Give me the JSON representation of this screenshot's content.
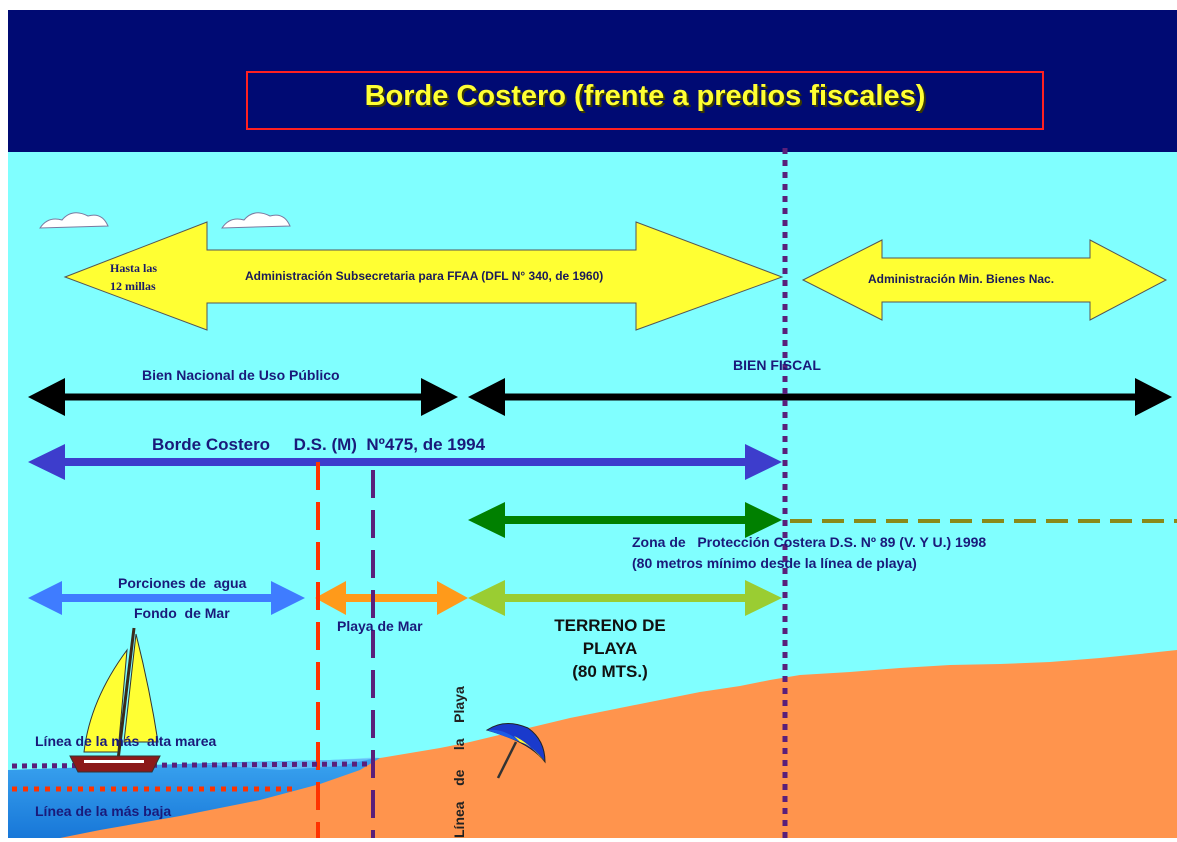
{
  "title": "Borde Costero (frente a predios fiscales)",
  "colors": {
    "header_bg": "#000a73",
    "title_text": "#ffff33",
    "title_border": "#ff2020",
    "sky": "#80ffff",
    "sand": "#ff944d",
    "sea": "#1e8fe6",
    "yellow_arrow": "#ffff33",
    "black_arrow": "#000000",
    "blue_arrow": "#3d3dcc",
    "dark_green_arrow": "#008000",
    "light_blue_arrow": "#3f7cff",
    "orange_arrow": "#ff9a1a",
    "lime_arrow": "#9acd32",
    "purple_dotted_line": "#5a1f7a",
    "red_dashed_line": "#ff3300"
  },
  "arrows": {
    "subsecretaria_left": {
      "line1": "Hasta las",
      "line2": "12 millas"
    },
    "subsecretaria": {
      "label": "Administración Subsecretaria para FFAA (DFL N° 340, de 1960)"
    },
    "bienes_nac": {
      "label": "Administración Min. Bienes Nac."
    },
    "bien_nacional": {
      "label": "Bien Nacional de Uso Público"
    },
    "bien_fiscal": {
      "label": "BIEN FISCAL"
    },
    "borde_costero": {
      "label": "Borde Costero     D.S. (M)  Nº475, de 1994"
    },
    "zona_proteccion": {
      "line1": "Zona de   Protección Costera D.S. Nº 89 (V. Y U.) 1998",
      "line2": "(80 metros mínimo desde la línea de playa)"
    },
    "porciones_agua": {
      "line1": "Porciones de  agua",
      "line2": "Fondo  de Mar"
    },
    "playa_mar": {
      "label": "Playa de Mar"
    },
    "terreno_playa": {
      "line1": "TERRENO DE",
      "line2": "PLAYA",
      "line3": "(80 MTS.)"
    }
  },
  "lines": {
    "linea_playa": "Línea    de     la    Playa",
    "alta_marea": "Línea de la más  alta marea",
    "baja_marea": "Línea de la más baja"
  },
  "icons": [
    "cloud-icon",
    "sailboat-icon",
    "beach-umbrella-icon"
  ]
}
